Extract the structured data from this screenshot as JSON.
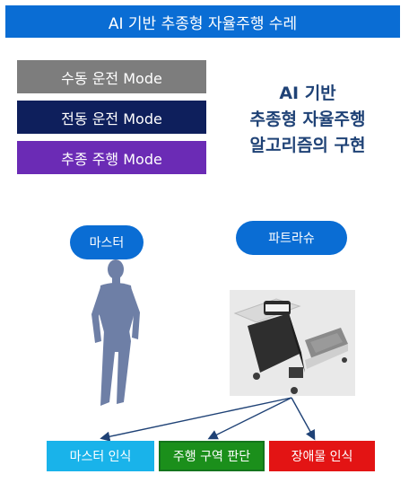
{
  "banner": {
    "title": "AI 기반 추종형 자율주행 수레"
  },
  "modes": [
    {
      "label": "수동 운전 Mode"
    },
    {
      "label": "전동 운전 Mode"
    },
    {
      "label": "추종 주행 Mode"
    }
  ],
  "heading": {
    "lines": [
      "AI 기반",
      "추종형 자율주행",
      "알고리즘의 구현"
    ]
  },
  "actors": {
    "master": "마스터",
    "partner": "파트라슈"
  },
  "outputs": [
    {
      "label": "마스터 인식"
    },
    {
      "label": "주행 구역 판단"
    },
    {
      "label": "장애물 인식"
    }
  ],
  "colors": {
    "banner": "#0a6dd4",
    "manual": "#7d7d7d",
    "electric": "#0e1f5c",
    "follow": "#6b2bb5",
    "heading": "#1f4276",
    "master_box": "#19b3ea",
    "zone_box": "#1b8f1b",
    "obstacle_box": "#e31414",
    "person": "#6e7fa6"
  }
}
